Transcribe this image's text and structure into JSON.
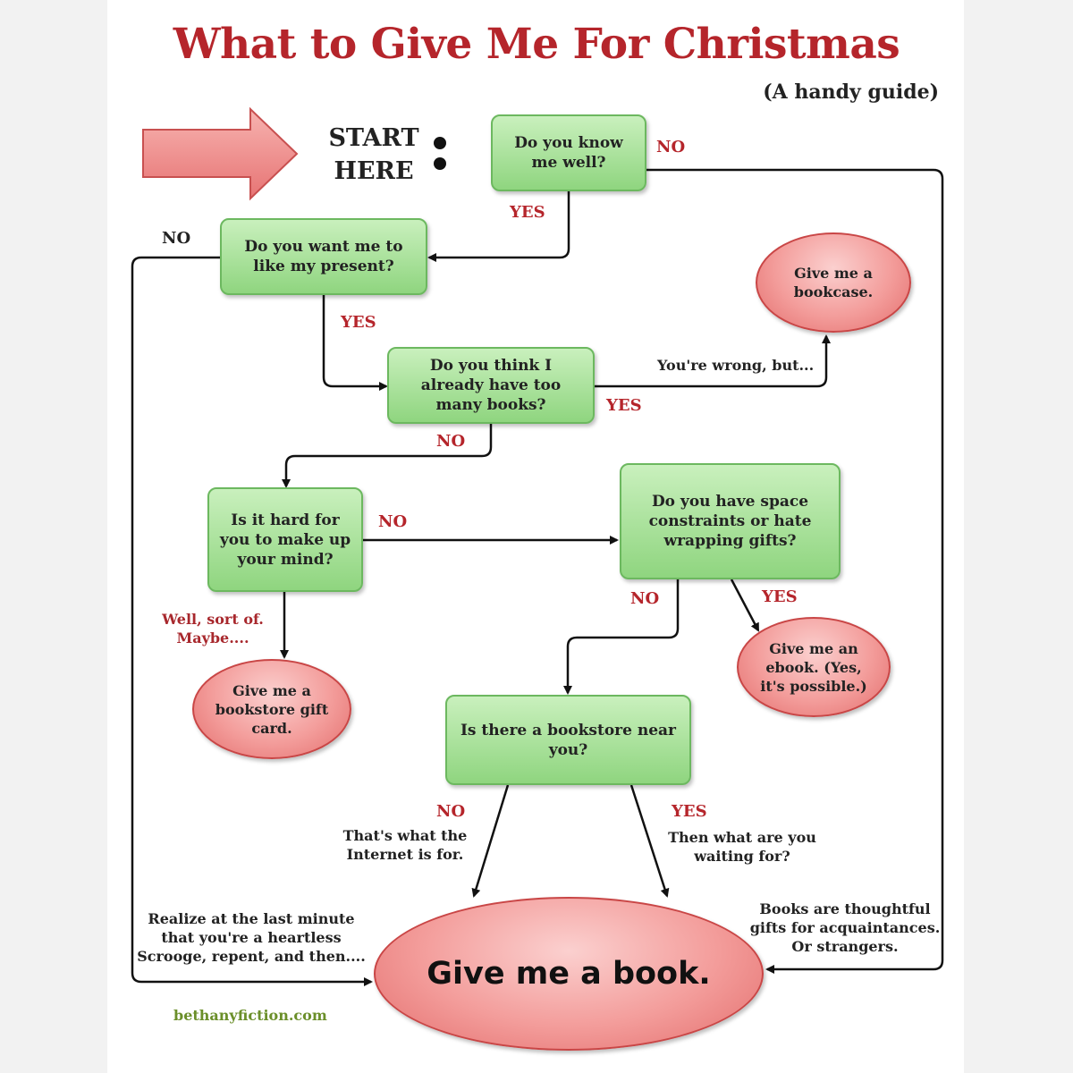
{
  "title": "What to Give Me For Christmas",
  "subtitle": "(A handy guide)",
  "start": {
    "line1": "START",
    "line2": "HERE"
  },
  "questions": {
    "know_me": "Do you know me well?",
    "like_present": "Do you want me to like my present?",
    "too_many_books": "Do you think I already have too many books?",
    "hard_decide": "Is it hard for you to make up your mind?",
    "space_wrapping": "Do you have space constraints or hate wrapping gifts?",
    "bookstore_near": "Is there a bookstore near you?"
  },
  "outcomes": {
    "bookcase": "Give me a bookcase.",
    "gift_card": "Give me a bookstore gift card.",
    "ebook": "Give me an ebook. (Yes, it's possible.)",
    "book": "Give me a book."
  },
  "edge_labels": {
    "know_no": "NO",
    "know_yes": "YES",
    "like_no": "NO",
    "like_yes": "YES",
    "toomany_yes": "YES",
    "toomany_no": "NO",
    "hard_no": "NO",
    "space_no": "NO",
    "space_yes": "YES",
    "store_no": "NO",
    "store_yes": "YES"
  },
  "notes": {
    "wrong_but": "You're wrong, but...",
    "sort_of": "Well, sort of. Maybe....",
    "internet": "That's what the Internet is for.",
    "waiting": "Then what are you waiting for?",
    "scrooge": "Realize at the last minute that you're a heartless Scrooge, repent, and then....",
    "acquaintances": "Books are thoughtful gifts for acquaintances. Or strangers."
  },
  "credit": "bethanyfiction.com",
  "colors": {
    "title": "#b5252b",
    "question_box": "#a6e094",
    "outcome_oval": "#f39c9a",
    "start_arrow": "#ef8a8a"
  }
}
